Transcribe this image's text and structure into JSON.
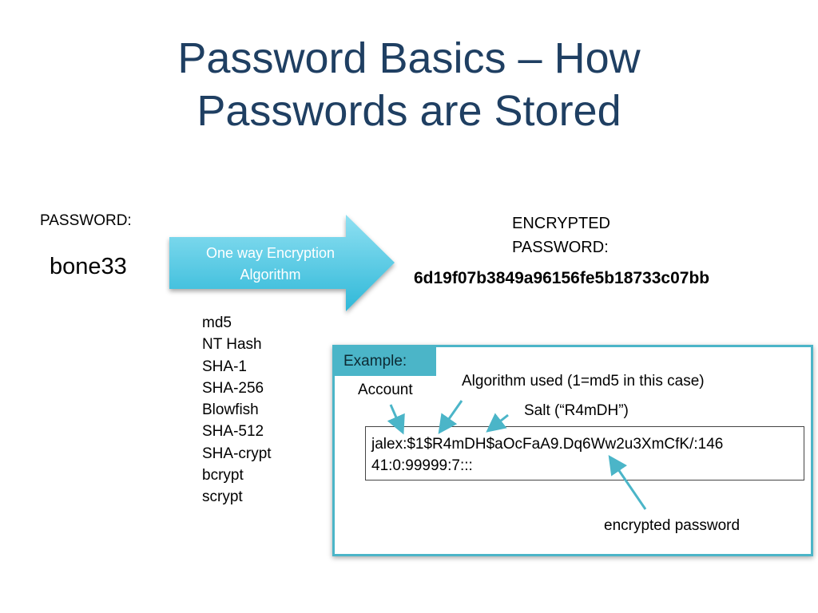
{
  "slide": {
    "title_line1": "Password Basics – How",
    "title_line2": "Passwords are Stored",
    "password_label": "PASSWORD:",
    "password_value": "bone33",
    "arrow_line1": "One way Encryption",
    "arrow_line2": "Algorithm",
    "encrypted_label": "ENCRYPTED PASSWORD:",
    "encrypted_value": "6d19f07b3849a96156fe5b18733c07bb",
    "algorithms": [
      "md5",
      "NT Hash",
      "SHA-1",
      "SHA-256",
      "Blowfish",
      "SHA-512",
      "SHA-crypt",
      "bcrypt",
      "scrypt"
    ]
  },
  "example": {
    "tab_label": "Example:",
    "account_label": "Account",
    "algorithm_label": "Algorithm used (1=md5 in this case)",
    "salt_label": "Salt (“R4mDH”)",
    "shadow_line1": "jalex:$1$R4mDH$aOcFaA9.Dq6Ww2u3XmCfK/:146",
    "shadow_line2": "41:0:99999:7:::",
    "encrypted_password_label": "encrypted password"
  },
  "colors": {
    "title": "#1f3f62",
    "arrow_top": "#8fe0f2",
    "arrow_bottom": "#2fb8d8",
    "accent": "#4bb5c8"
  }
}
